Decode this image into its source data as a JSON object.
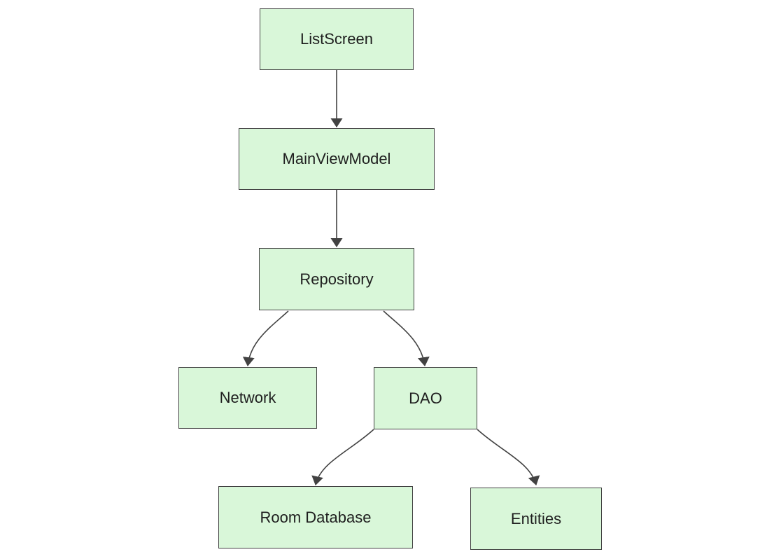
{
  "diagram": {
    "type": "flowchart",
    "direction": "top-down",
    "nodes": [
      {
        "id": "listscreen",
        "label": "ListScreen"
      },
      {
        "id": "mainviewmodel",
        "label": "MainViewModel"
      },
      {
        "id": "repository",
        "label": "Repository"
      },
      {
        "id": "network",
        "label": "Network"
      },
      {
        "id": "dao",
        "label": "DAO"
      },
      {
        "id": "roomdatabase",
        "label": "Room Database"
      },
      {
        "id": "entities",
        "label": "Entities"
      }
    ],
    "edges": [
      {
        "from": "ListScreen",
        "to": "MainViewModel"
      },
      {
        "from": "MainViewModel",
        "to": "Repository"
      },
      {
        "from": "Repository",
        "to": "Network"
      },
      {
        "from": "Repository",
        "to": "DAO"
      },
      {
        "from": "DAO",
        "to": "Room Database"
      },
      {
        "from": "DAO",
        "to": "Entities"
      }
    ],
    "colors": {
      "background": "#ffffff",
      "node_fill": "#d9f7d9",
      "node_border": "#424242",
      "edge_stroke": "#424242",
      "text": "#1f1f1f"
    }
  }
}
